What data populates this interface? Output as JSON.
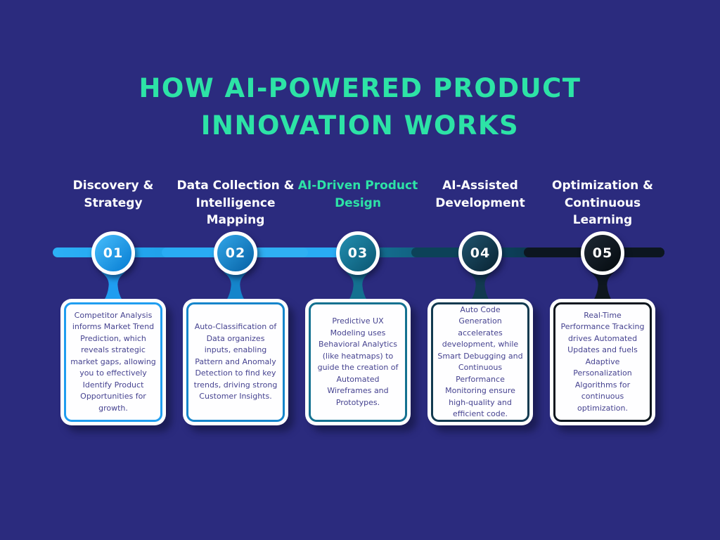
{
  "page": {
    "background": "#2b2b7e"
  },
  "title": {
    "line1": "HOW AI-POWERED PRODUCT",
    "line2": "INNOVATION WORKS",
    "color": "#2de3a6"
  },
  "timeline": {
    "start_color": "#2cb0f6",
    "end_color": "#081320"
  },
  "steps": [
    {
      "number": "01",
      "label": "Discovery & Strategy",
      "label_color": "#ffffff",
      "accent": "#1f9df0",
      "circle_gradient_top": "#41b7f7",
      "circle_gradient_bottom": "#0c82d6",
      "description": "Competitor Analysis informs Market Trend Prediction, which reveals strategic market gaps, allowing you to effectively Identify Product Opportunities for growth."
    },
    {
      "number": "02",
      "label": "Data Collection & Intelligence Mapping",
      "label_color": "#ffffff",
      "accent": "#1585cb",
      "circle_gradient_top": "#2d9fe2",
      "circle_gradient_bottom": "#0b68ab",
      "description": "Auto-Classification of Data organizes inputs, enabling Pattern and Anomaly Detection to find key trends, driving strong Customer Insights."
    },
    {
      "number": "03",
      "label": "AI-Driven Product Design",
      "label_color": "#2de3a6",
      "accent": "#147190",
      "circle_gradient_top": "#2089aa",
      "circle_gradient_bottom": "#0d5c78",
      "description": "Predictive UX Modeling uses Behavioral Analytics (like heatmaps) to guide the creation of Automated Wireframes and Prototypes."
    },
    {
      "number": "04",
      "label": "AI-Assisted Development",
      "label_color": "#ffffff",
      "accent": "#123a50",
      "circle_gradient_top": "#1d4f68",
      "circle_gradient_bottom": "#0b2838",
      "description": "Auto Code Generation accelerates development, while Smart Debugging and Continuous Performance Monitoring ensure high-quality and efficient code."
    },
    {
      "number": "05",
      "label": "Optimization & Continuous Learning",
      "label_color": "#ffffff",
      "accent": "#0e171f",
      "circle_gradient_top": "#1b2631",
      "circle_gradient_bottom": "#070d12",
      "description": "Real-Time Performance Tracking drives Automated Updates and fuels Adaptive Personalization Algorithms for continuous optimization."
    }
  ]
}
